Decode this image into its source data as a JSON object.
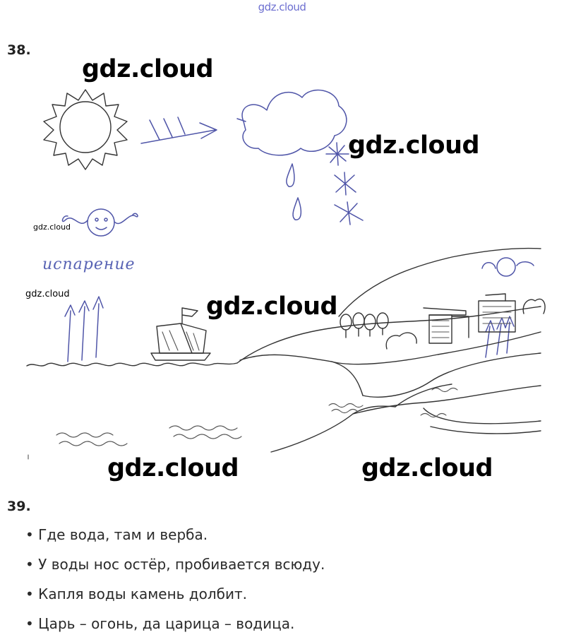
{
  "watermark_top": "gdz.cloud",
  "task38": {
    "number": "38.",
    "watermarks": [
      "gdz.cloud",
      "gdz.cloud",
      "gdz.cloud",
      "gdz.cloud",
      "gdz.cloud",
      "gdz.cloud",
      "gdz.cloud"
    ],
    "evaporation_label": "испарение"
  },
  "task39": {
    "number": "39.",
    "proverbs": [
      "Где вода, там и верба.",
      "У воды нос остёр, пробивается всюду.",
      "Капля воды камень долбит.",
      "Царь – огонь, да царица – водица."
    ]
  }
}
